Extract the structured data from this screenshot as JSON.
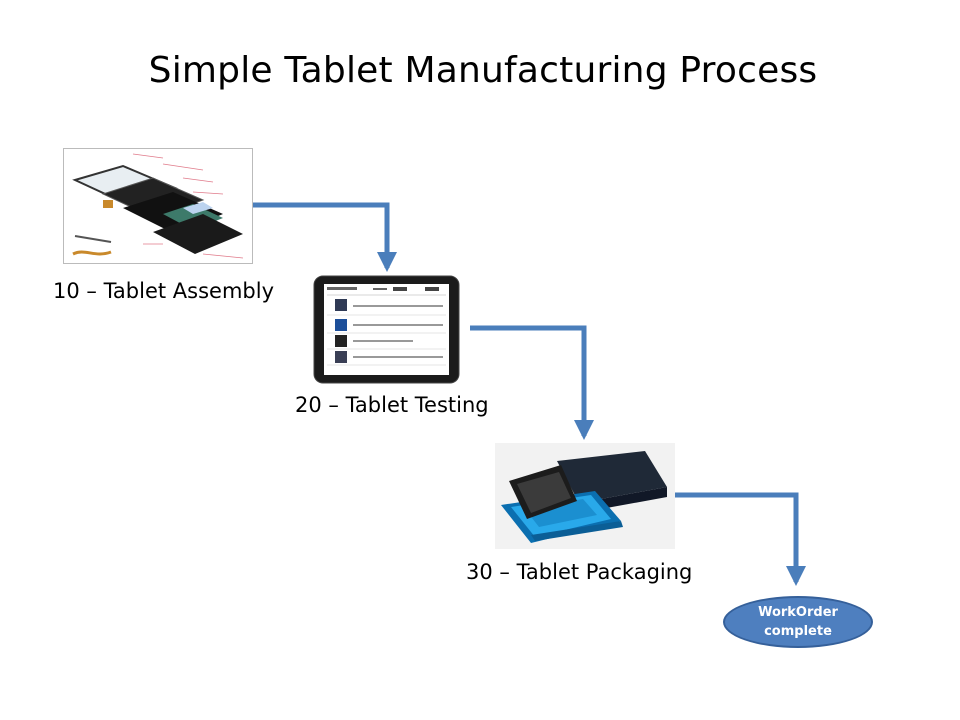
{
  "title": "Simple Tablet Manufacturing Process",
  "steps": [
    {
      "label": "10 – Tablet Assembly",
      "image": "exploded-tablet-components"
    },
    {
      "label": "20 – Tablet Testing",
      "image": "tablet-with-report-screen"
    },
    {
      "label": "30 – Tablet Packaging",
      "image": "tablet-in-blue-box"
    }
  ],
  "end_node": {
    "line1": "WorkOrder",
    "line2": "complete"
  },
  "colors": {
    "arrow": "#4a7ebb",
    "node_fill": "#4e7fbf",
    "node_border": "#35609a"
  }
}
